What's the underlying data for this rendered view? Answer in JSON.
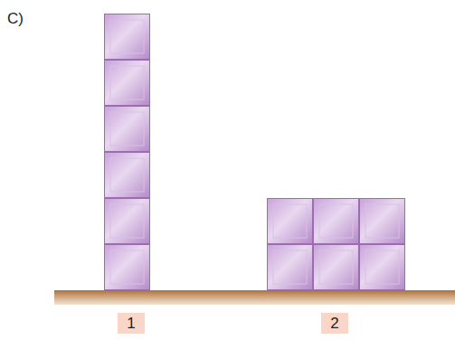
{
  "diagram": {
    "nodes": [
      {
        "text": [
          "1"
        ]
      },
      {
        "text": [
          "2"
        ]
      }
    ],
    "labels": [
      "C)"
    ]
  }
}
